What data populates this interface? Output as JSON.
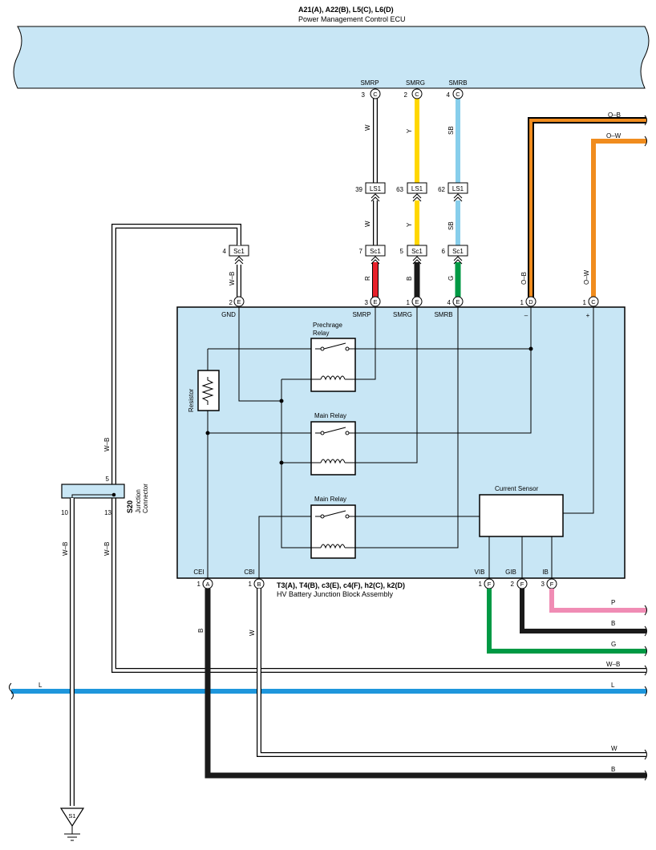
{
  "ecu": {
    "code": "A21(A), A22(B), L5(C), L6(D)",
    "name": "Power Management Control ECU",
    "pins": [
      {
        "num": "3",
        "letter": "C",
        "signal": "SMRP"
      },
      {
        "num": "2",
        "letter": "C",
        "signal": "SMRG"
      },
      {
        "num": "4",
        "letter": "C",
        "signal": "SMRB"
      }
    ]
  },
  "wires": {
    "smrp_top": "W",
    "smrg_top": "Y",
    "smrb_top": "SB",
    "smrp_mid": "W",
    "smrg_mid": "Y",
    "smrb_mid": "SB",
    "smrp_low": "R",
    "smrg_low": "B",
    "smrb_low": "G",
    "gnd": "W–B",
    "d_pin": "O–B",
    "c_pin": "O–W",
    "ob_right": "O–B",
    "ow_right": "O–W",
    "cei": "B",
    "cbi": "W",
    "p_right": "P",
    "b_right": "B",
    "g_right": "G",
    "wb_right": "W–B",
    "l_left": "L",
    "l_right": "L",
    "w_bottom": "W",
    "b_bottom": "B",
    "wb_left_upper": "W–B",
    "wb_left_lower_a": "W–B",
    "wb_left_lower_b": "W–B"
  },
  "connectors": {
    "ls1": [
      {
        "num": "39",
        "name": "LS1"
      },
      {
        "num": "63",
        "name": "LS1"
      },
      {
        "num": "62",
        "name": "LS1"
      }
    ],
    "sc1": [
      {
        "num": "4",
        "name": "Sc1"
      },
      {
        "num": "7",
        "name": "Sc1"
      },
      {
        "num": "5",
        "name": "Sc1"
      },
      {
        "num": "6",
        "name": "Sc1"
      }
    ]
  },
  "block": {
    "code": "T3(A), T4(B), c3(E), c4(F), h2(C), k2(D)",
    "name": "HV Battery Junction Block Assembly",
    "top_pins": [
      {
        "num": "2",
        "letter": "E",
        "signal": "GND"
      },
      {
        "num": "3",
        "letter": "E",
        "signal": "SMRP"
      },
      {
        "num": "1",
        "letter": "E",
        "signal": "SMRG"
      },
      {
        "num": "4",
        "letter": "E",
        "signal": "SMRB"
      },
      {
        "num": "1",
        "letter": "D",
        "signal": "–"
      },
      {
        "num": "1",
        "letter": "C",
        "signal": "+"
      }
    ],
    "bottom_pins": [
      {
        "num": "1",
        "letter": "A",
        "signal": "CEI"
      },
      {
        "num": "1",
        "letter": "B",
        "signal": "CBI"
      },
      {
        "num": "1",
        "letter": "F",
        "signal": "VIB"
      },
      {
        "num": "2",
        "letter": "F",
        "signal": "GIB"
      },
      {
        "num": "3",
        "letter": "F",
        "signal": "IB"
      }
    ],
    "precharge_relay_line1": "Prechrage",
    "precharge_relay_line2": "Relay",
    "main_relay_1": "Main Relay",
    "main_relay_2": "Main Relay",
    "resistor": "Resistor",
    "current_sensor": "Current Sensor"
  },
  "junction": {
    "code": "S20",
    "line1": "Junction",
    "line2": "Connector",
    "pin_top": "5",
    "pin_left": "10",
    "pin_right": "13"
  },
  "ground": {
    "label": "S1"
  },
  "colors": {
    "panel": "#c8e6f5",
    "yellow": "#ffd700",
    "skyblue": "#87ceeb",
    "red": "#e8202a",
    "green": "#009944",
    "orange": "#f08c1e",
    "pink": "#f08cb4",
    "blue": "#1e96dc"
  }
}
